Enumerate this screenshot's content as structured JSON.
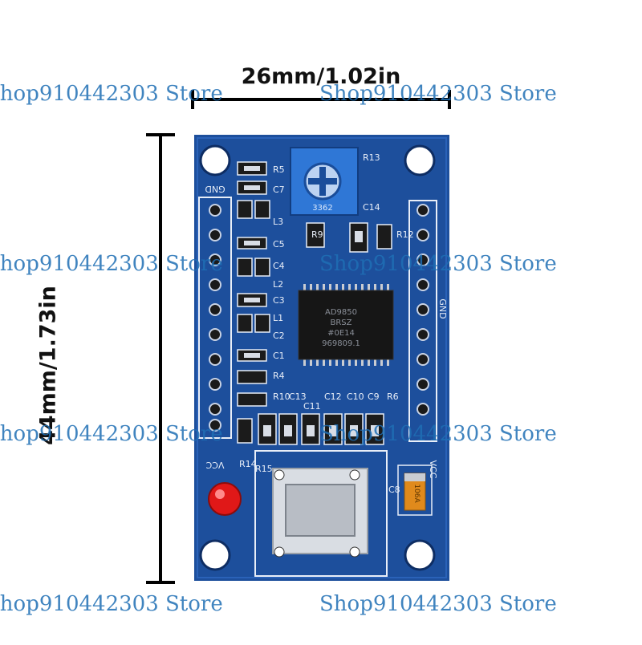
{
  "dimensions": {
    "width_label": "26mm/1.02in",
    "height_label": "44mm/1.73in"
  },
  "watermark": "Shop910442303 Store",
  "silkscreen": {
    "gnd_left": "GND",
    "gnd_right": "GND",
    "vcc_right": "VCC",
    "vcc_left": "VCC",
    "components": [
      "R5",
      "R13",
      "C7",
      "L3",
      "C5",
      "C4",
      "L2",
      "C3",
      "L1",
      "C2",
      "C1",
      "R4",
      "R10",
      "C13",
      "C11",
      "C12",
      "C10",
      "C9",
      "R6",
      "R9",
      "R12",
      "C14",
      "R14",
      "R15",
      "C8"
    ],
    "pot_marking": "3362",
    "chip_markings": [
      "AD9850",
      "BRSZ",
      "#0E14",
      "969809.1"
    ],
    "cap_marking": "106A"
  },
  "colors": {
    "pcb_blue": "#1d4f9c",
    "pcb_dark": "#163f82",
    "silk": "#e8eef8",
    "pot_blue": "#2f77d6",
    "led_red": "#e01818",
    "cap_orange": "#e08a1c",
    "watermark": "#1f6fb5"
  }
}
